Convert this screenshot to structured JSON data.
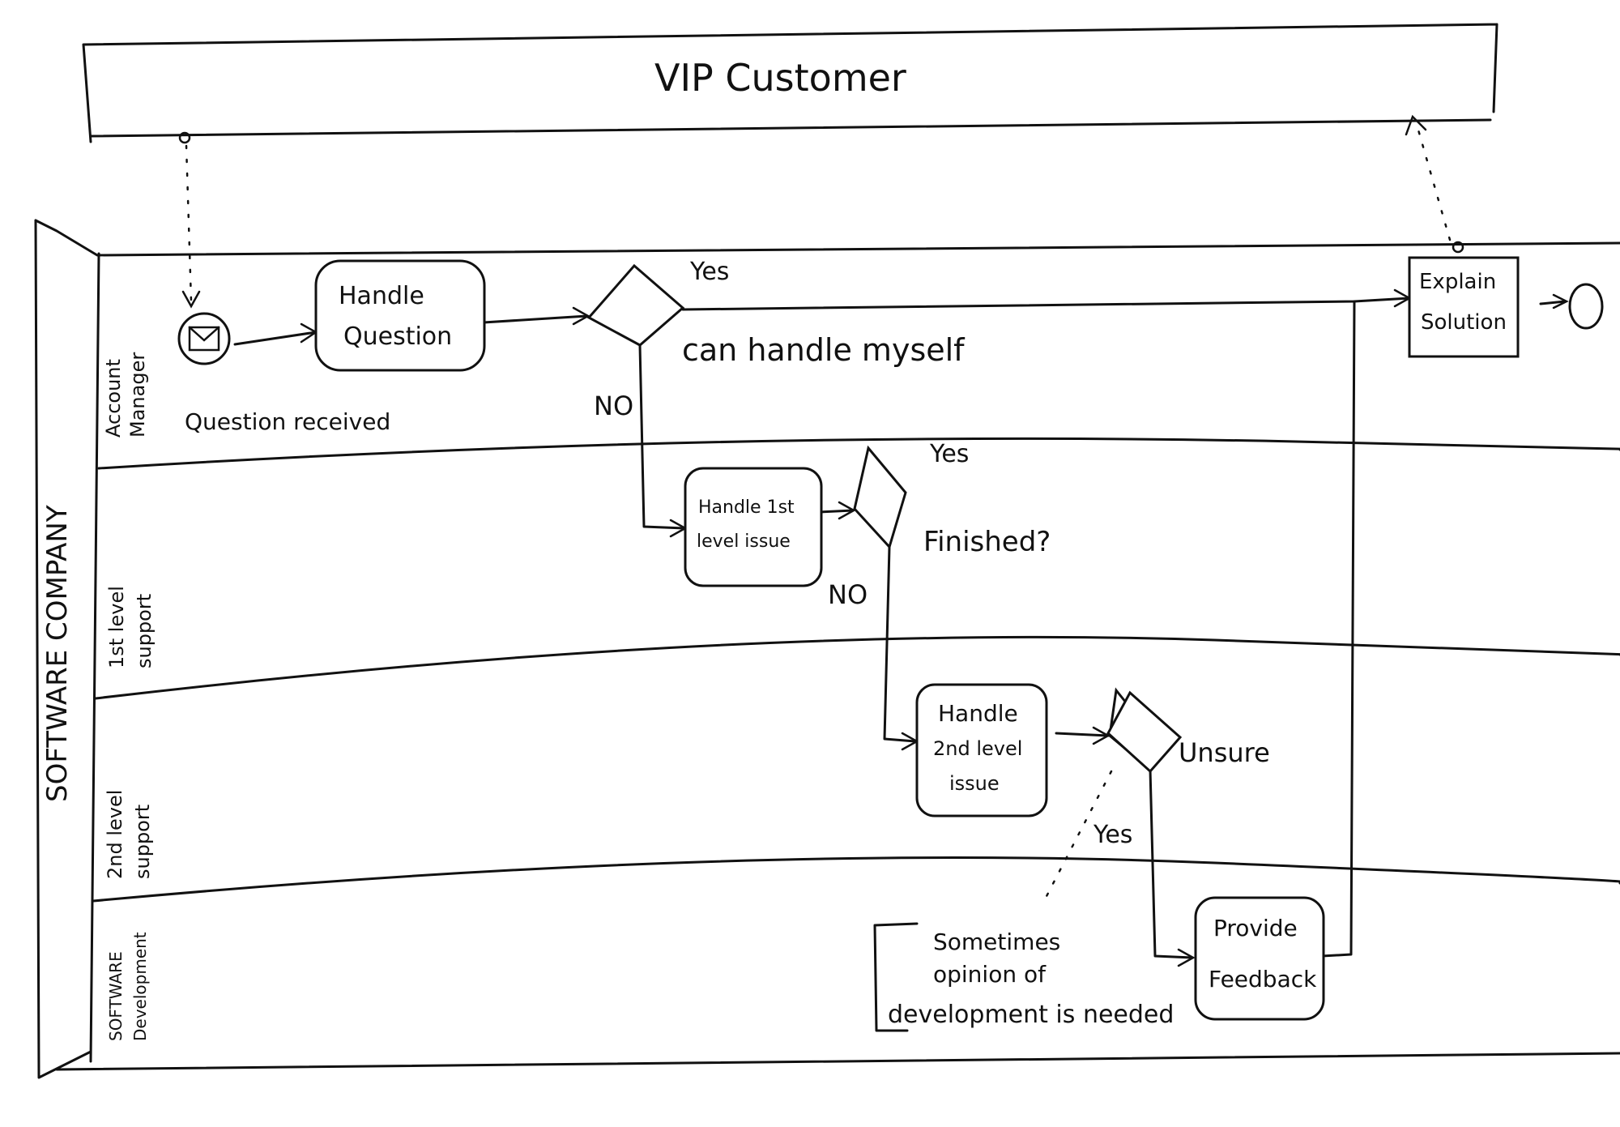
{
  "customer_pool": {
    "label": "VIP Customer"
  },
  "company_pool": {
    "label": "SOFTWARE COMPANY"
  },
  "lanes": [
    {
      "label_line1": "Account",
      "label_line2": "Manager"
    },
    {
      "label_line1": "1st level",
      "label_line2": "support"
    },
    {
      "label_line1": "2nd level",
      "label_line2": "support"
    },
    {
      "label_line1": "SOFTWARE",
      "label_line2": "Development"
    }
  ],
  "start_event": {
    "label": "Question received"
  },
  "tasks": {
    "handle_question": {
      "line1": "Handle",
      "line2": "Question"
    },
    "handle_1st": {
      "line1": "Handle 1st",
      "line2": "level issue"
    },
    "handle_2nd": {
      "line1": "Handle",
      "line2": "2nd level",
      "line3": "issue"
    },
    "provide_feedback": {
      "line1": "Provide",
      "line2": "Feedback"
    },
    "explain_solution": {
      "line1": "Explain",
      "line2": "Solution"
    }
  },
  "gateways": {
    "can_handle": {
      "question": "can handle myself",
      "yes": "Yes",
      "no": "NO"
    },
    "finished": {
      "question": "Finished?",
      "yes": "Yes",
      "no": "NO"
    },
    "unsure": {
      "question": "Unsure",
      "yes": "Yes"
    }
  },
  "annotation": {
    "line1": "Sometimes",
    "line2": "opinion of",
    "line3": "development is needed"
  }
}
